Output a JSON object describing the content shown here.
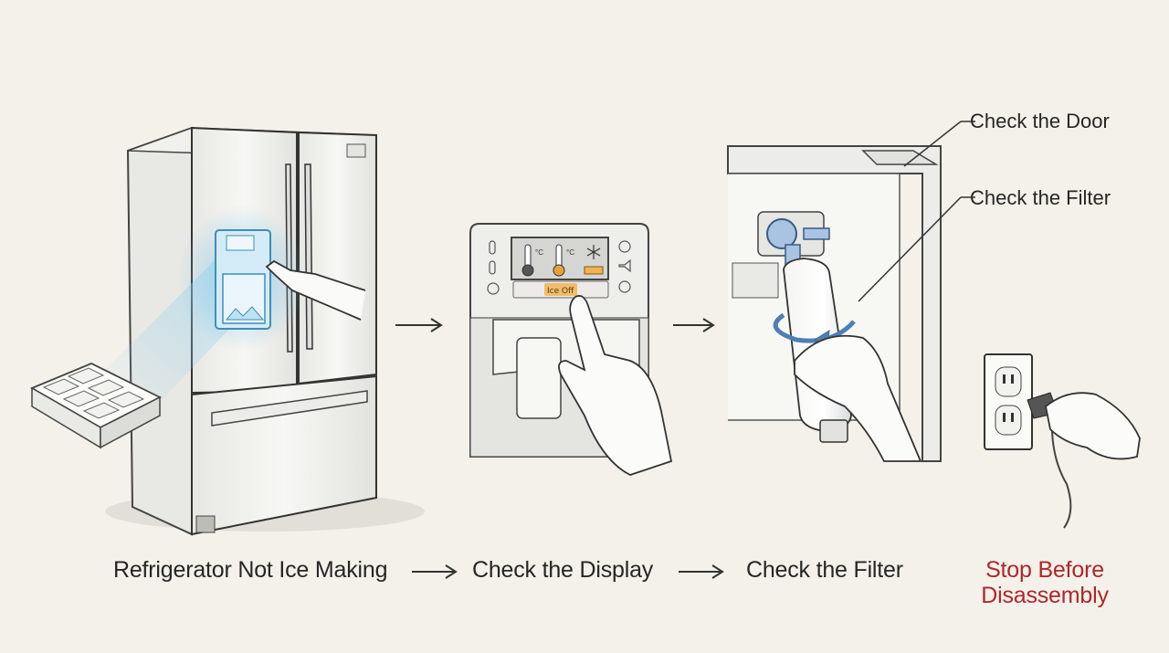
{
  "steps": [
    {
      "label": "Refrigerator Not Ice Making"
    },
    {
      "label": "Check the Display"
    },
    {
      "label": "Check the Filter"
    }
  ],
  "warning": {
    "line1": "Stop Before",
    "line2": "Disassembly",
    "color": "#b0262a"
  },
  "callouts": {
    "door": "Check the Door",
    "filter": "Check the Filter"
  },
  "display_panel": {
    "button_text": "Ice Off",
    "unit_1": "°C",
    "unit_2": "°C",
    "highlight_color": "#f2b24c"
  },
  "colors": {
    "dispenser_glow": "#7fc4e8",
    "background": "#f3f1ea"
  },
  "icons": [
    "refrigerator-icon",
    "ice-tray-icon",
    "hand-icon",
    "thermometer-icon",
    "snowflake-icon",
    "water-filter-icon",
    "wall-outlet-icon",
    "plug-icon",
    "arrow-right-icon"
  ]
}
